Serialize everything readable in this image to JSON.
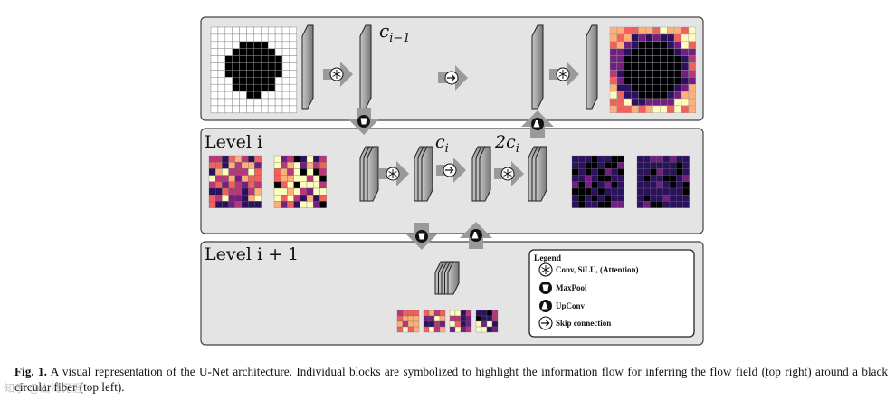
{
  "diagram": {
    "level_labels": [
      "Level i",
      "Level i + 1"
    ],
    "channel_labels": {
      "top": "c_{i-1}",
      "mid1": "c_i",
      "mid2": "2c_i"
    },
    "legend": {
      "title": "Legend",
      "items": [
        {
          "icon": "conv-icon",
          "label": "Conv, SiLU, (Attention)"
        },
        {
          "icon": "maxpool-icon",
          "label": "MaxPool"
        },
        {
          "icon": "upconv-icon",
          "label": "UpConv"
        },
        {
          "icon": "skip-icon",
          "label": "Skip connection"
        }
      ]
    },
    "colors": {
      "panel": "#e4e4e4",
      "arrow": "#9a9a9a",
      "magma": [
        "#000004",
        "#2c115f",
        "#721f81",
        "#b73779",
        "#f1605d",
        "#feb078",
        "#fcfdbf"
      ]
    }
  },
  "caption": {
    "label": "Fig. 1.",
    "text": "A visual representation of the U-Net architecture. Individual blocks are symbolized to highlight the information flow for inferring the flow field (top right) around a black circular fiber (top left)."
  },
  "watermark": "知乎 @山海无涯"
}
